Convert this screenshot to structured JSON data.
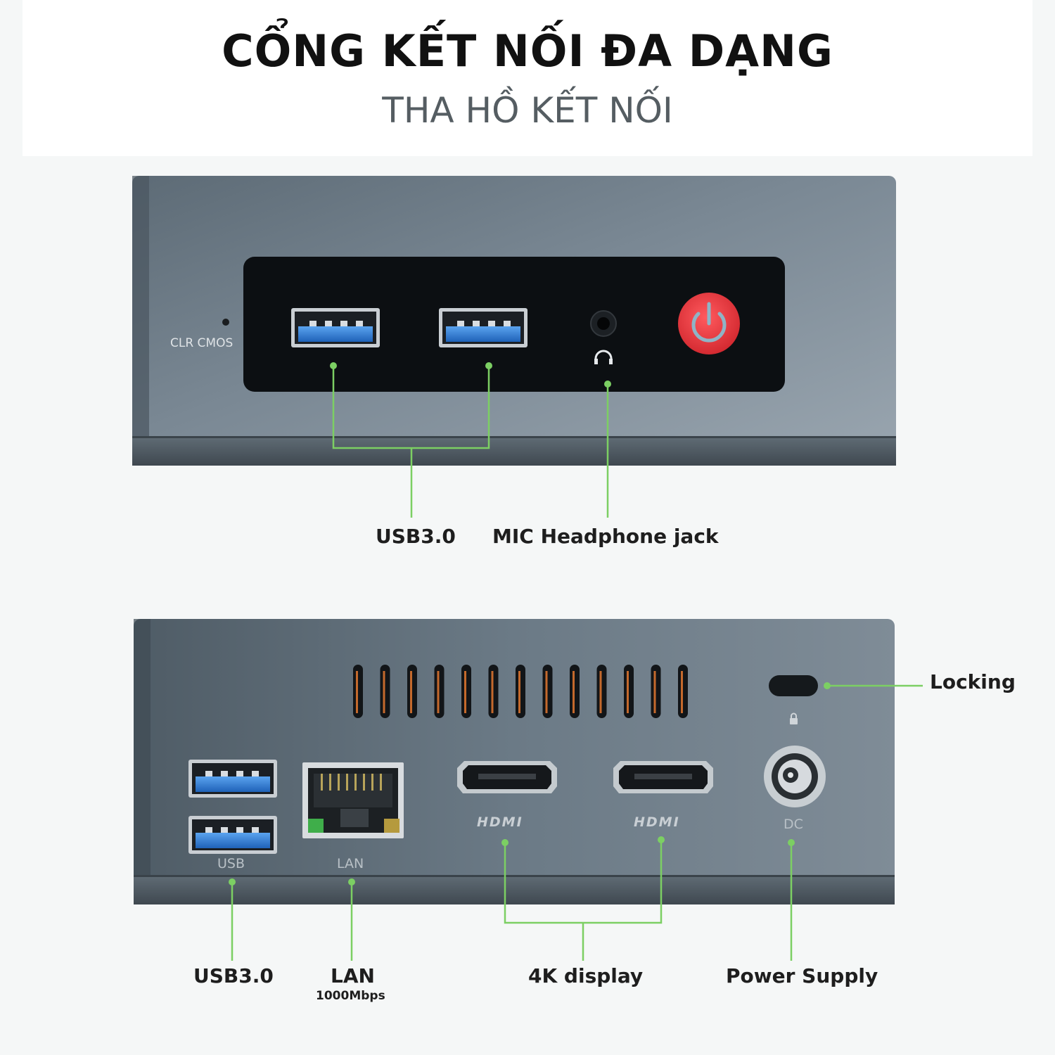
{
  "header": {
    "title": "CỔNG KẾT NỐI ĐA DẠNG",
    "subtitle": "THA HỒ KẾT NỐI"
  },
  "front_panel": {
    "clr_cmos_label": "CLR CMOS",
    "callouts": {
      "usb": "USB3.0",
      "mic": "MIC Headphone jack"
    }
  },
  "rear_panel": {
    "port_labels": {
      "usb": "USB",
      "lan": "LAN",
      "hdmi_1": "HDMI",
      "hdmi_2": "HDMI",
      "dc": "DC"
    },
    "callouts": {
      "locking": "Locking",
      "usb": "USB3.0",
      "lan": "LAN",
      "lan_speed": "1000Mbps",
      "display": "4K display",
      "power": "Power Supply"
    }
  },
  "colors": {
    "callout_line": "#7ccf63",
    "power_button": "#e8363c",
    "usb_blue": "#2f7fd8",
    "vent_orange": "#c4692c",
    "chassis": "#6b7a86"
  },
  "icons": [
    "power-icon",
    "headphone-icon",
    "lock-icon"
  ]
}
